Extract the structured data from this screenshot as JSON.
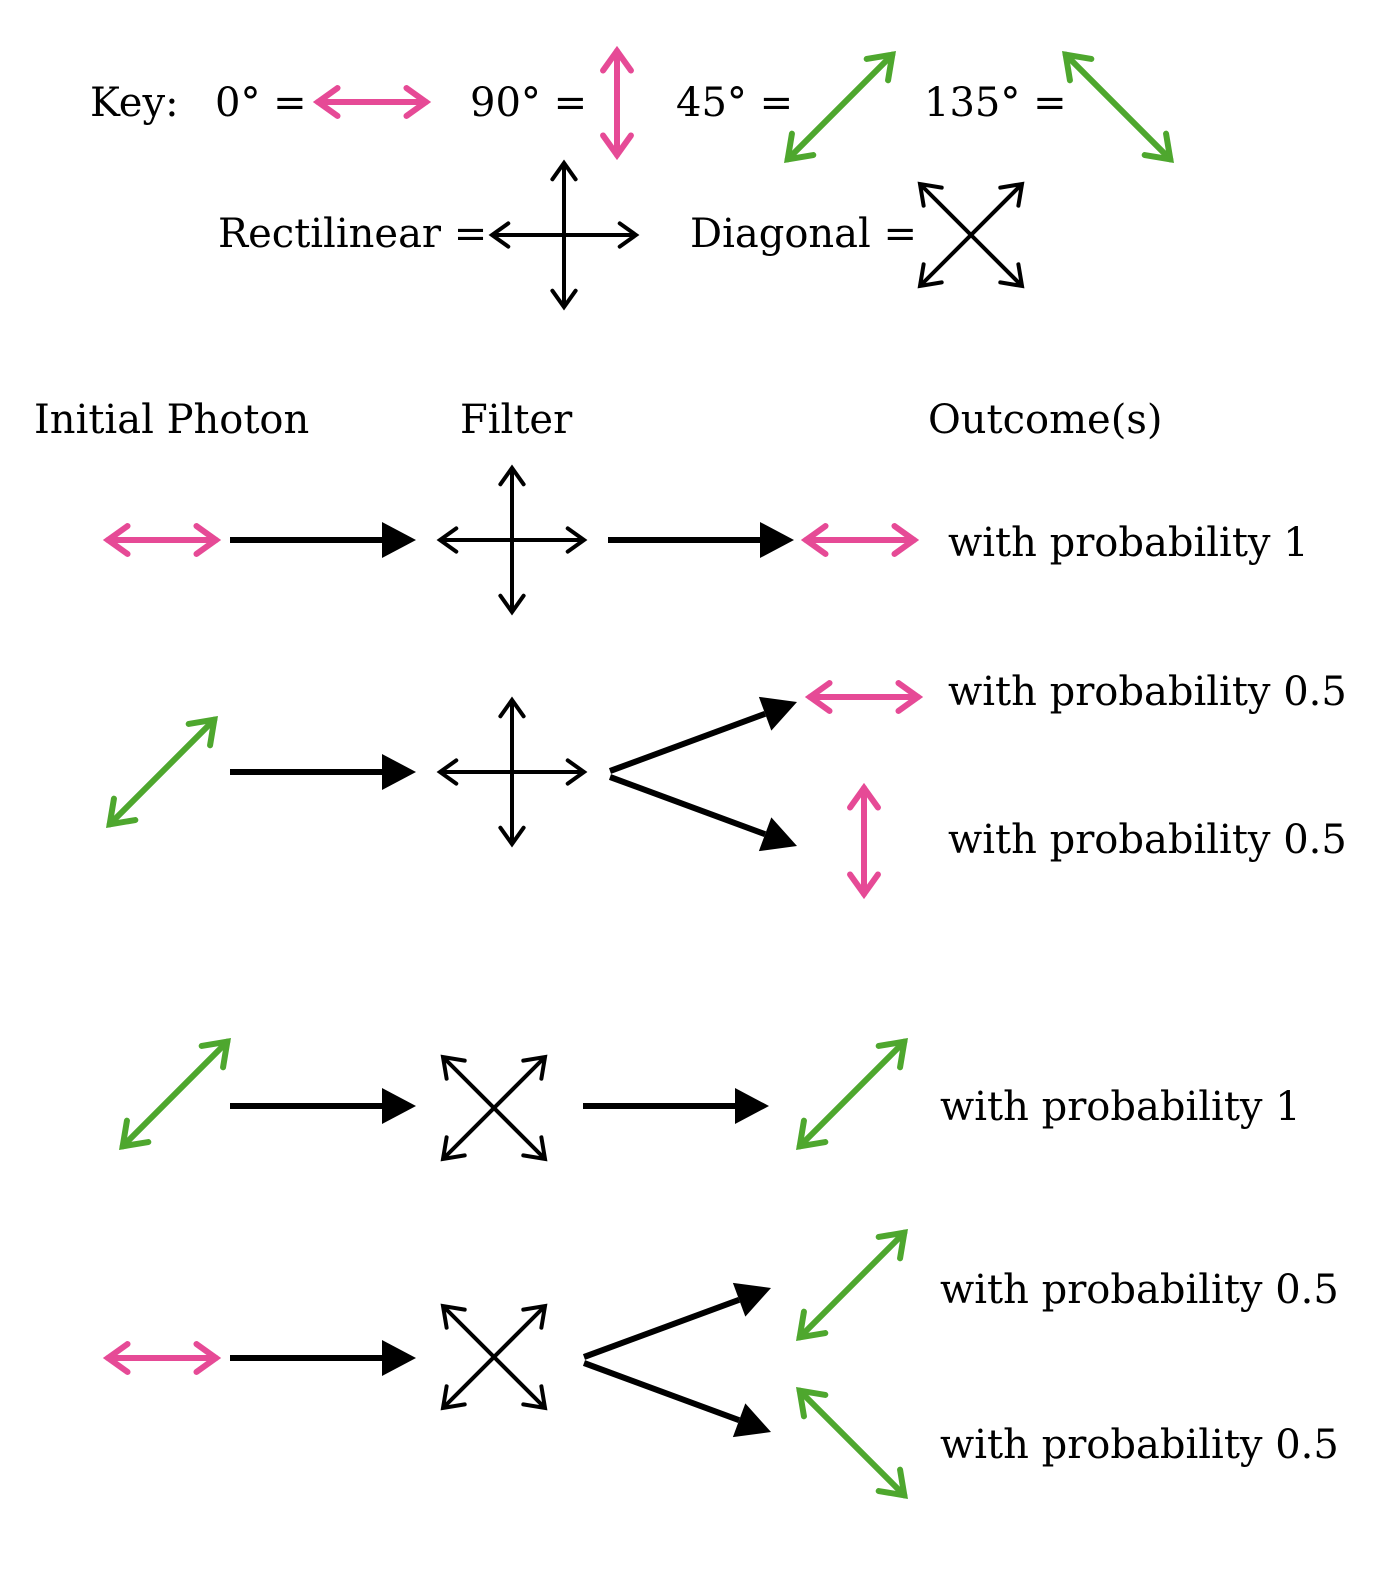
{
  "colors": {
    "horizontal_vertical": "#e64a96",
    "diagonal": "#4ea72e",
    "filter": "#000000"
  },
  "key": {
    "label": "Key:",
    "deg0": "0° =",
    "deg90": "90° =",
    "deg45": "45° =",
    "deg135": "135° =",
    "rectilinear": "Rectilinear =",
    "diagonal": "Diagonal ="
  },
  "headers": {
    "initial": "Initial Photon",
    "filter": "Filter",
    "outcome": "Outcome(s)"
  },
  "rows": [
    {
      "initial_polarization": "0°",
      "filter": "Rectilinear",
      "outcomes": [
        {
          "polarization": "0°",
          "label": "with probability 1"
        }
      ]
    },
    {
      "initial_polarization": "45°",
      "filter": "Rectilinear",
      "outcomes": [
        {
          "polarization": "0°",
          "label": "with probability 0.5"
        },
        {
          "polarization": "90°",
          "label": "with probability 0.5"
        }
      ]
    },
    {
      "initial_polarization": "45°",
      "filter": "Diagonal",
      "outcomes": [
        {
          "polarization": "45°",
          "label": "with probability 1"
        }
      ]
    },
    {
      "initial_polarization": "0°",
      "filter": "Diagonal",
      "outcomes": [
        {
          "polarization": "45°",
          "label": "with probability 0.5"
        },
        {
          "polarization": "135°",
          "label": "with probability 0.5"
        }
      ]
    }
  ]
}
